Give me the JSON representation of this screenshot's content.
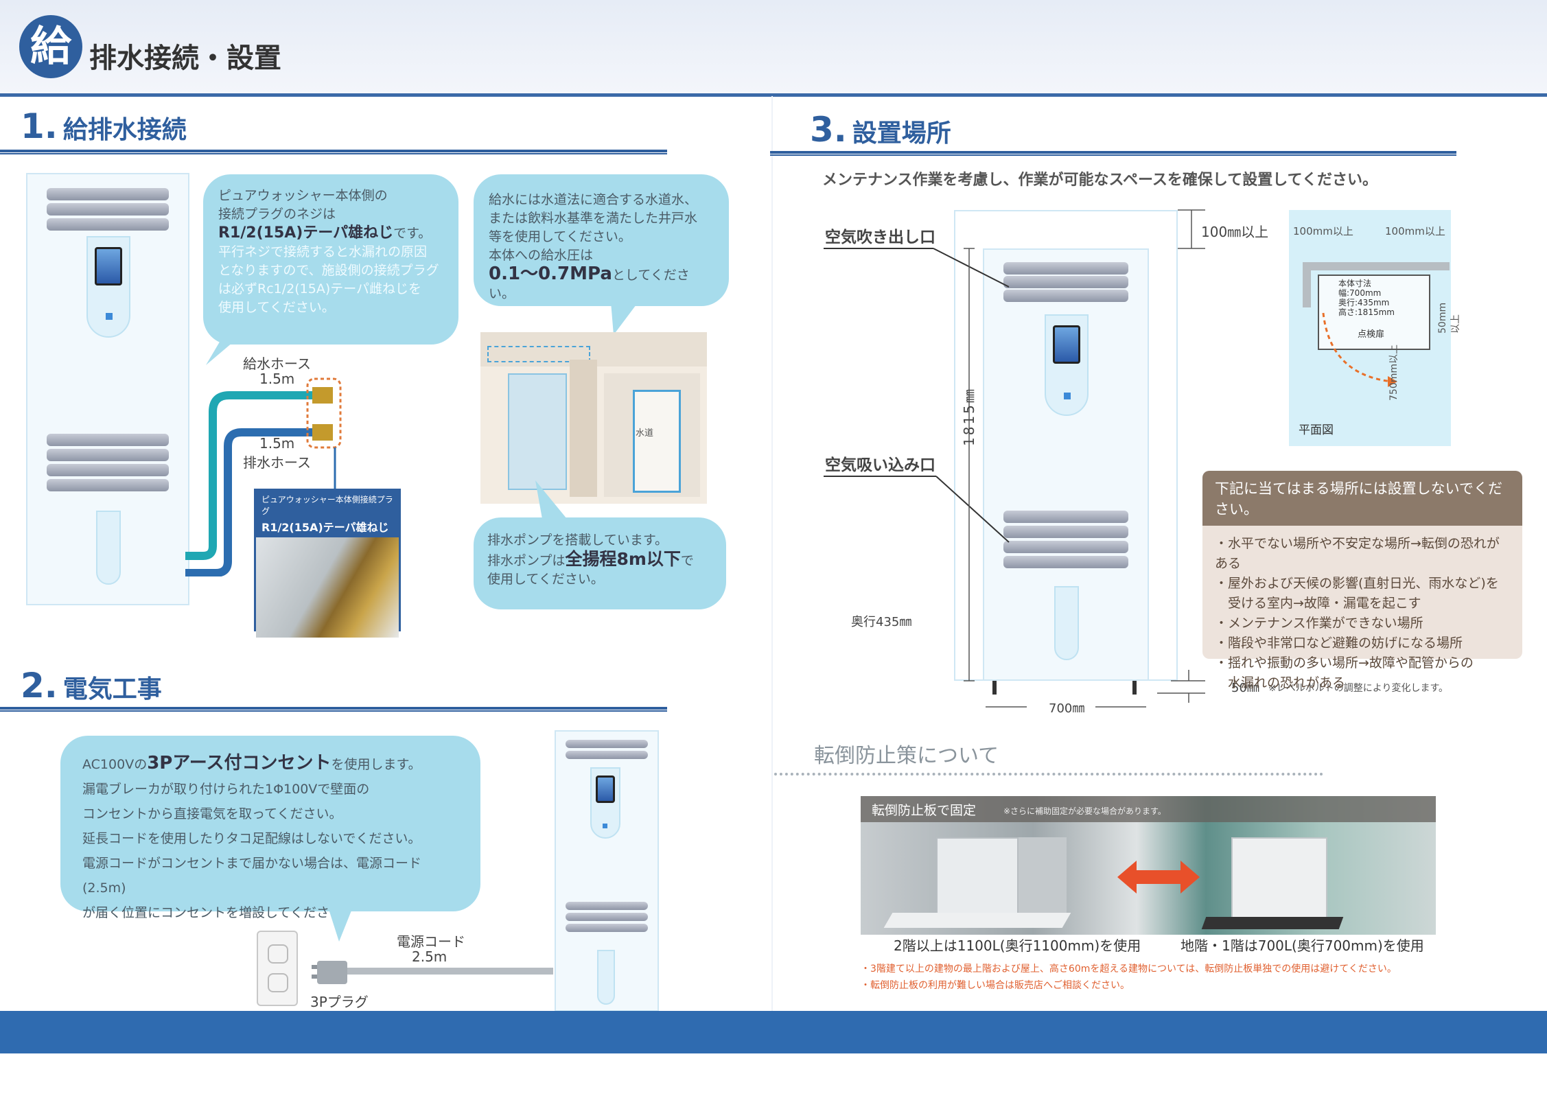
{
  "header": {
    "icon_char": "給",
    "title": "排水接続・設置"
  },
  "section1": {
    "number": "1.",
    "title": "給排水接続",
    "bubble_a": {
      "line1": "ピュアウォッシャー本体側の",
      "line2": "接続プラグのネジは",
      "line3_bold": "R1/2(15A)テーパ雄ねじ",
      "line3_tail": "です。",
      "line4": "平行ネジで接続すると水漏れの原因",
      "line5": "となりますので、施設側の接続プラグ",
      "line6": "は必ずRc1/2(15A)テーパ雌ねじを",
      "line7": "使用してください。"
    },
    "bubble_b": {
      "line1": "給水には水道法に適合する水道水、",
      "line2": "または飲料水基準を満たした井戸水",
      "line3": "等を使用してください。",
      "line4": "本体への給水圧は",
      "line5_bold": "0.1〜0.7MPa",
      "line5_tail": "としてください。"
    },
    "bubble_c": {
      "line1": "排水ポンプを搭載しています。",
      "line2_pre": "排水ポンプは",
      "line2_bold": "全揚程8m以下",
      "line2_tail": "で",
      "line3": "使用してください。"
    },
    "hose_supply_label": "給水ホース",
    "hose_supply_len": "1.5m",
    "hose_drain_len": "1.5m",
    "hose_drain_label": "排水ホース",
    "plug_box_line1": "ピュアウォッシャー本体側接続プラグ",
    "plug_box_line2": "R1/2(15A)テーパ雄ねじ",
    "room_label": "水道"
  },
  "section2": {
    "number": "2.",
    "title": "電気工事",
    "line1_pre": "AC100Vの",
    "line1_bold": "3Pアース付コンセント",
    "line1_tail": "を使用します。",
    "line2": "漏電ブレーカが取り付けられた1Φ100Vで壁面の",
    "line3": "コンセントから直接電気を取ってください。",
    "line4": "延長コードを使用したりタコ足配線はしないでください。",
    "line5": "電源コードがコンセントまで届かない場合は、電源コード(2.5m)",
    "line6": "が届く位置にコンセントを増設してください。",
    "cord_label": "電源コード",
    "cord_len": "2.5m",
    "plug_label": "3Pプラグ"
  },
  "section3": {
    "number": "3.",
    "title": "設置場所",
    "intro": "メンテナンス作業を考慮し、作業が可能なスペースを確保して設置してください。",
    "air_out": "空気吹き出し口",
    "air_in": "空気吸い込み口",
    "top_clearance": "100㎜以上",
    "height": "1815㎜",
    "depth": "奥行435㎜",
    "width": "700㎜",
    "bottom_gap": "50㎜",
    "bottom_note": "※レベルボルトの調整により変化します。",
    "plan": {
      "left_clear": "100mm以上",
      "right_clear": "100mm以上",
      "dims_title": "本体寸法",
      "dim_w": "幅:700mm",
      "dim_d": "奥行:435mm",
      "dim_h": "高さ:1815mm",
      "inspect": "点検扉",
      "side_clear": "50mm以上",
      "front_clear": "750mm以上",
      "caption": "平面図"
    },
    "warning": {
      "title": "下記に当てはまる場所には設置しないでください。",
      "items": [
        "・水平でない場所や不安定な場所→転倒の恐れがある",
        "・屋外および天候の影響(直射日光、雨水など)を",
        "　受ける室内→故障・漏電を起こす",
        "・メンテナンス作業ができない場所",
        "・階段や非常口など避難の妨げになる場所",
        "・揺れや振動の多い場所→故障や配管からの",
        "　水漏れの恐れがある"
      ]
    }
  },
  "tipover": {
    "title": "転倒防止策について",
    "photo_title": "転倒防止板で固定",
    "photo_note": "※さらに補助固定が必要な場合があります。",
    "caption_left": "2階以上は1100L(奥行1100mm)を使用",
    "caption_right": "地階・1階は700L(奥行700mm)を使用",
    "note1": "・3階建て以上の建物の最上階および屋上、高さ60mを超える建物については、転倒防止板単独での使用は避けてください。",
    "note2": "・転倒防止板の利用が難しい場合は販売店へご相談ください。"
  },
  "colors": {
    "brand": "#2f5f9e",
    "bubble": "#a7dcec",
    "arrow": "#e8502a"
  }
}
